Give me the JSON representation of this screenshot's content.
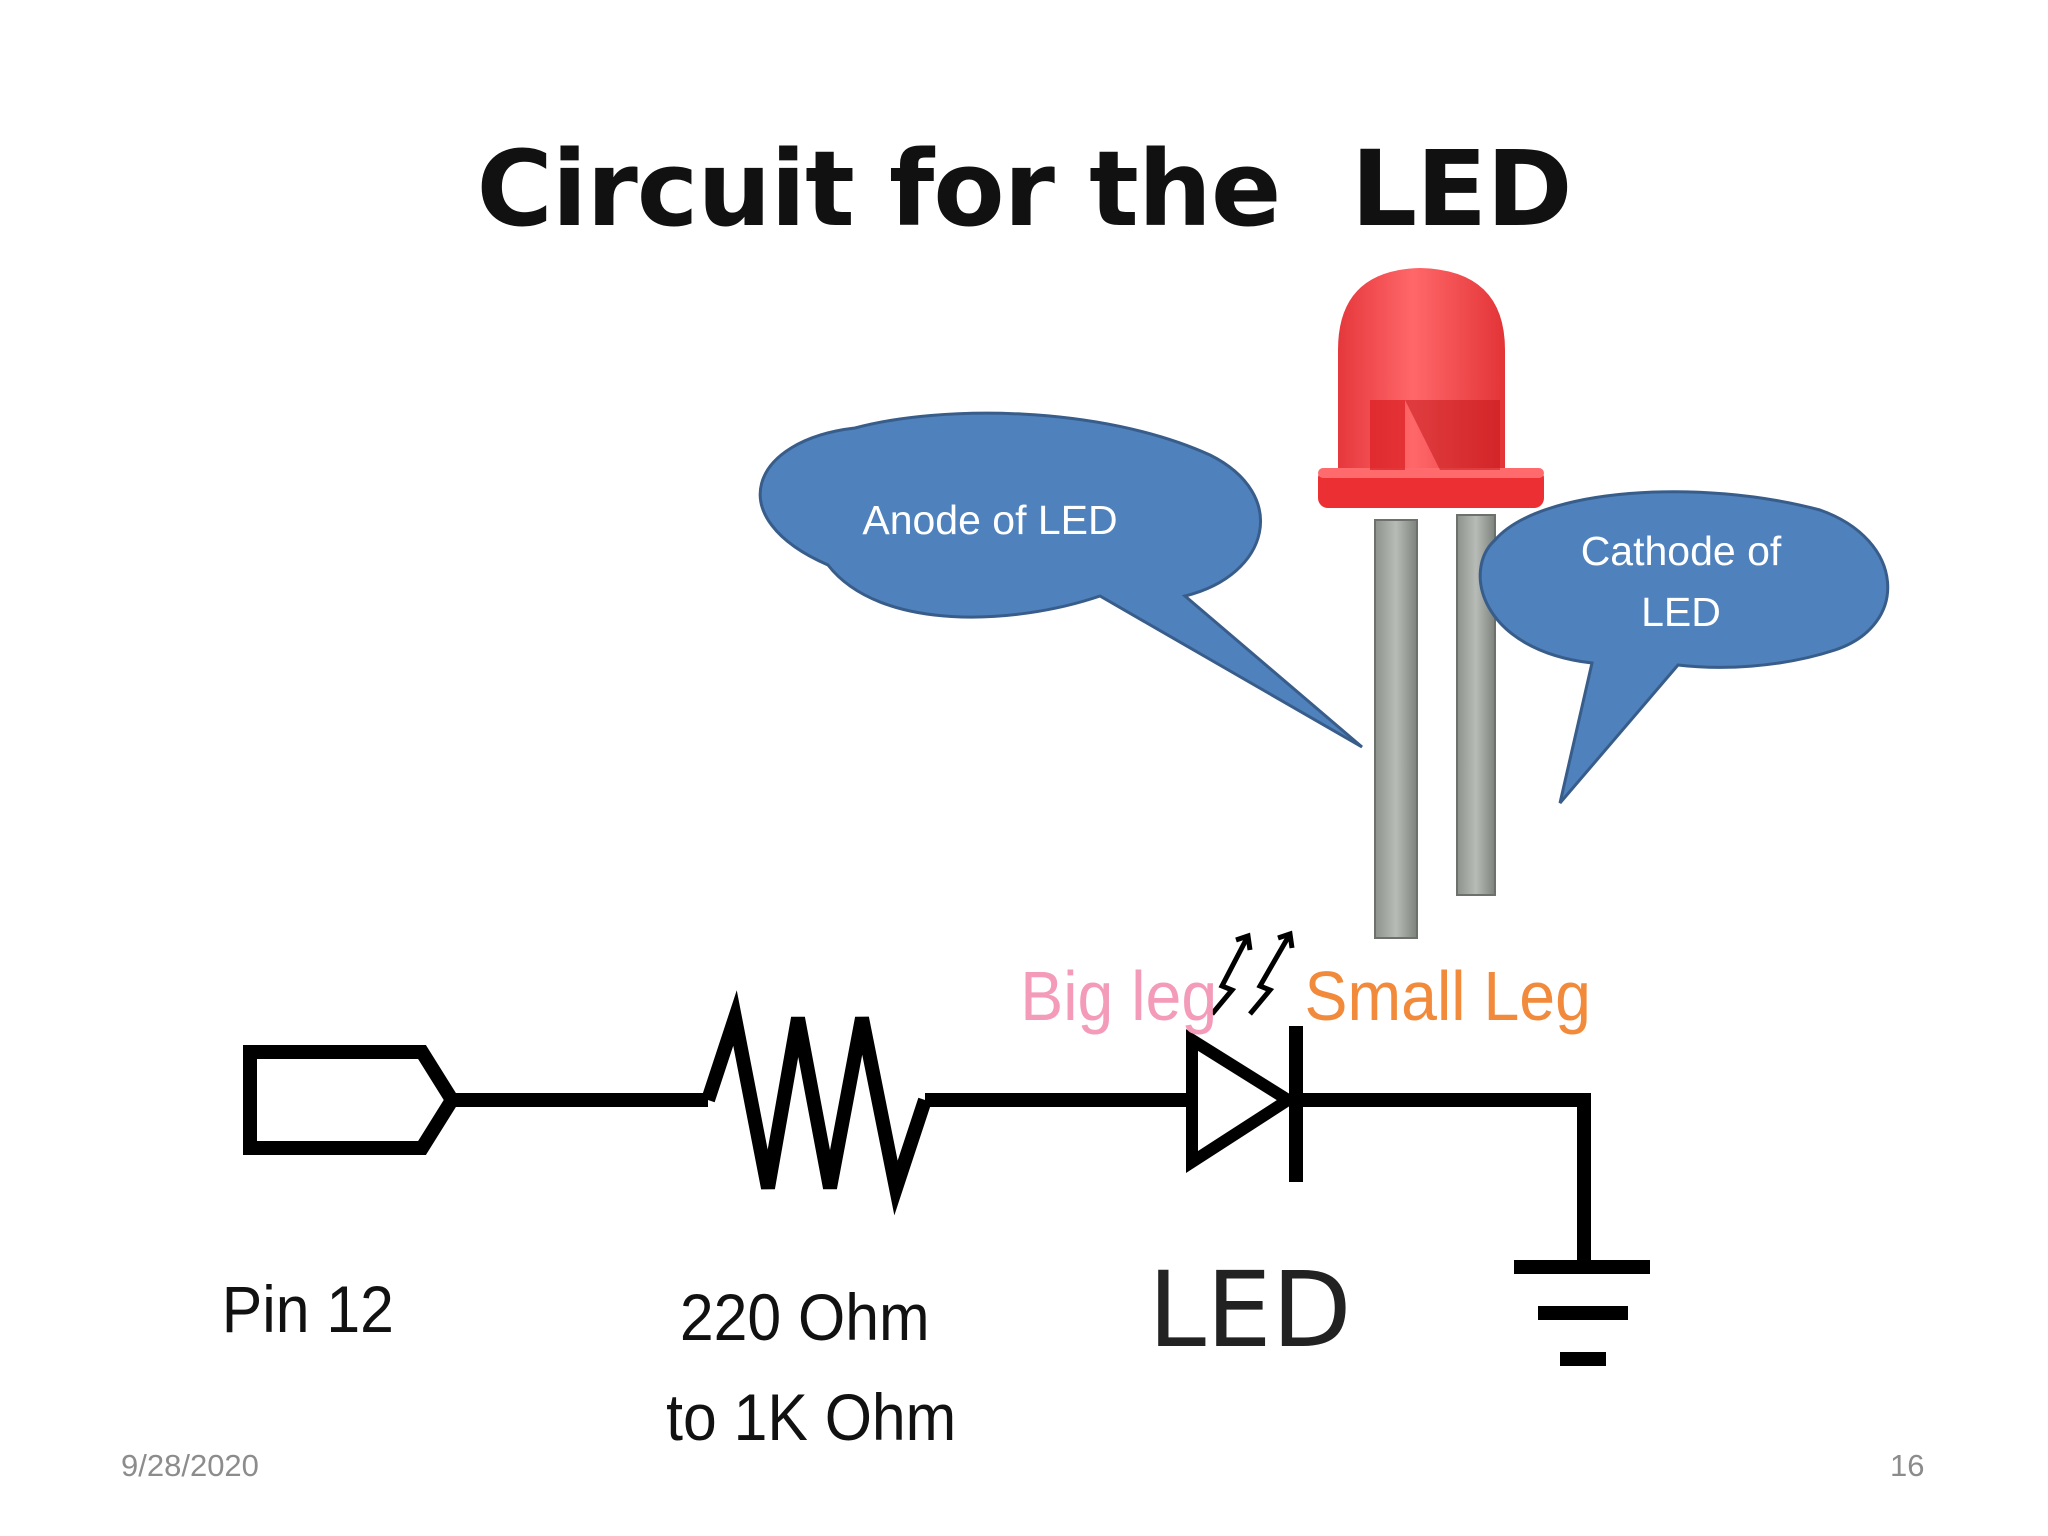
{
  "slide": {
    "title": "Circuit for the  LED",
    "date": "9/28/2020",
    "page_number": "16"
  },
  "callouts": {
    "anode": "Anode of LED",
    "cathode_line1": "Cathode of",
    "cathode_line2": "LED"
  },
  "labels": {
    "big_leg": "Big leg",
    "small_leg": "Small Leg",
    "pin": "Pin 12",
    "resistor_line1": "220 Ohm",
    "resistor_line2": "to 1K Ohm",
    "led": "LED"
  },
  "colors": {
    "callout_fill": "#4f81bd",
    "callout_stroke": "#385d8a",
    "led_red": "#f0393c",
    "big_leg": "#f39bb8",
    "small_leg": "#f28a3b",
    "wire": "#000000"
  }
}
